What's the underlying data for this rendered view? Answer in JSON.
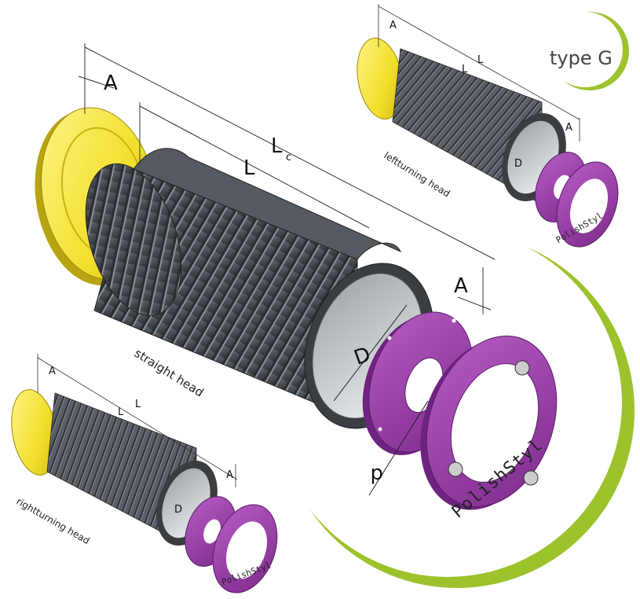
{
  "badge": {
    "text": "type G"
  },
  "labels": {
    "straight": "straight head",
    "left": "leftturning head",
    "right": "rightturning head"
  },
  "dims": {
    "A": "A",
    "L": "L",
    "Lc_main": "L",
    "Lc_sub": "c",
    "D": "D",
    "d": "d"
  },
  "engraving": "PolishStyl",
  "colors": {
    "yellow": "#f2df2a",
    "purple": "#9b3da8",
    "gray": "#555a60",
    "green": "#9cc22c"
  }
}
